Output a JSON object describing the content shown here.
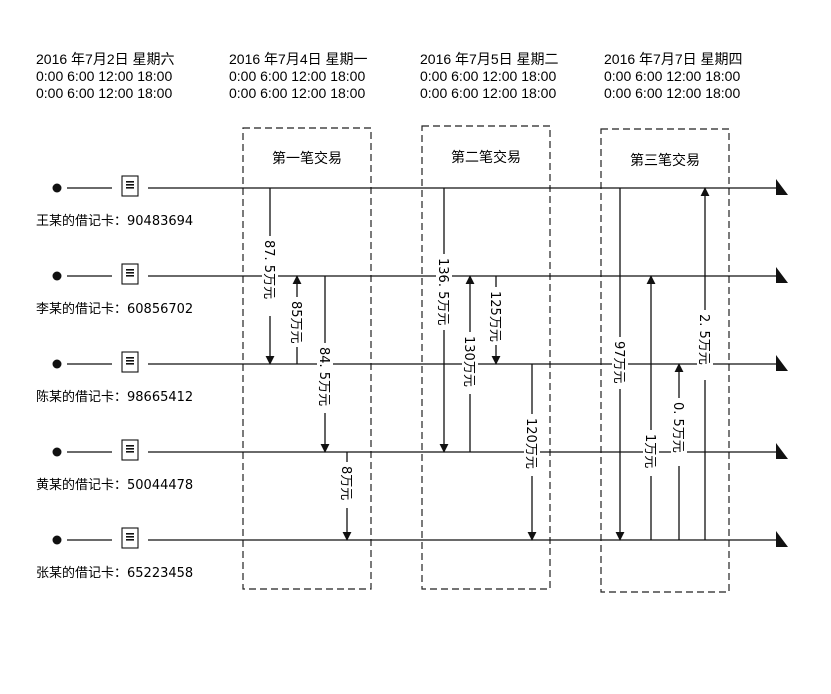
{
  "headers": [
    {
      "date": "2016 年7月2日 星期六",
      "times_1": "0:00 6:00 12:00 18:00",
      "times_2": "0:00 6:00 12:00 18:00"
    },
    {
      "date": "2016 年7月4日 星期一",
      "times_1": "0:00 6:00 12:00 18:00",
      "times_2": "0:00 6:00 12:00 18:00"
    },
    {
      "date": "2016 年7月5日 星期二",
      "times_1": "0:00 6:00 12:00 18:00",
      "times_2": "0:00 6:00 12:00 18:00"
    },
    {
      "date": "2016 年7月7日 星期四",
      "times_1": "0:00 6:00 12:00 18:00",
      "times_2": "0:00 6:00 12:00 18:00"
    }
  ],
  "accounts": [
    {
      "label": "王某的借记卡：90483694"
    },
    {
      "label": "李某的借记卡：60856702"
    },
    {
      "label": "陈某的借记卡：98665412"
    },
    {
      "label": "黄某的借记卡：50044478"
    },
    {
      "label": "张某的借记卡：65223458"
    }
  ],
  "transactions": [
    {
      "title": "第一笔交易"
    },
    {
      "title": "第二笔交易"
    },
    {
      "title": "第三笔交易"
    }
  ],
  "transfers": [
    {
      "amount": "87. 5万元",
      "from": 0,
      "to": 2
    },
    {
      "amount": "85万元",
      "from": 2,
      "to": 1
    },
    {
      "amount": "84. 5万元",
      "from": 1,
      "to": 3
    },
    {
      "amount": "8万元",
      "from": 3,
      "to": 4
    },
    {
      "amount": "136. 5万元",
      "from": 0,
      "to": 3
    },
    {
      "amount": "130万元",
      "from": 3,
      "to": 1
    },
    {
      "amount": "125万元",
      "from": 1,
      "to": 2
    },
    {
      "amount": "120万元",
      "from": 2,
      "to": 4
    },
    {
      "amount": "97万元",
      "from": 0,
      "to": 4
    },
    {
      "amount": "1万元",
      "from": 4,
      "to": 1
    },
    {
      "amount": "0. 5万元",
      "from": 4,
      "to": 2
    },
    {
      "amount": "2. 5万元",
      "from": 4,
      "to": 0
    }
  ]
}
